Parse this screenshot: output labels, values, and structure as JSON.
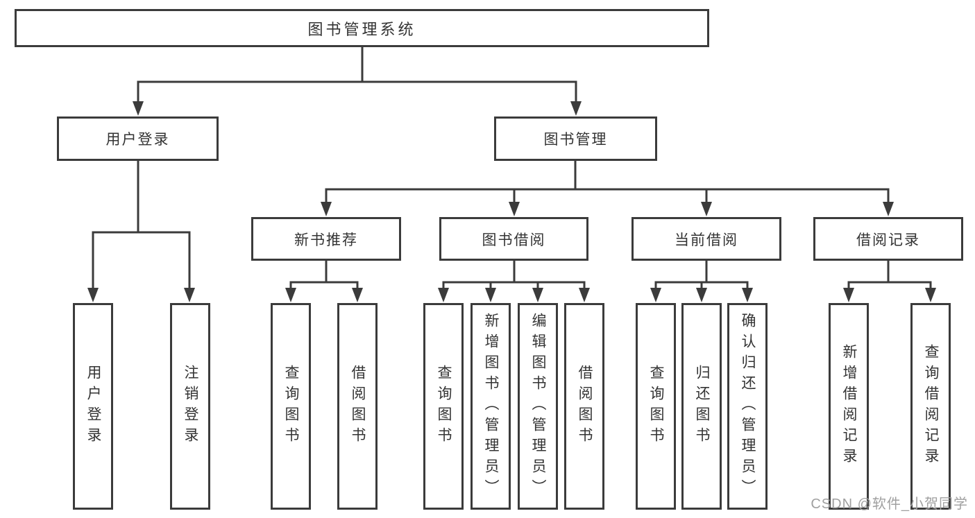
{
  "diagram": {
    "root": {
      "label": "图书管理系统"
    },
    "level2": [
      {
        "label": "用户登录",
        "leaves": [
          "用户登录",
          "注销登录"
        ]
      },
      {
        "label": "图书管理",
        "groups": [
          {
            "label": "新书推荐",
            "leaves": [
              "查询图书",
              "借阅图书"
            ]
          },
          {
            "label": "图书借阅",
            "leaves": [
              "查询图书",
              "新增图书（管理员）",
              "编辑图书（管理员）",
              "借阅图书"
            ]
          },
          {
            "label": "当前借阅",
            "leaves": [
              "查询图书",
              "归还图书",
              "确认归还（管理员）"
            ]
          },
          {
            "label": "借阅记录",
            "leaves": [
              "新增借阅记录",
              "查询借阅记录"
            ]
          }
        ]
      }
    ]
  },
  "watermark": {
    "text": "CSDN @软件_小贺同学"
  },
  "colors": {
    "line": "#3b3b3b",
    "text": "#333333",
    "watermark": "#a0a0a0",
    "background": "#ffffff"
  }
}
